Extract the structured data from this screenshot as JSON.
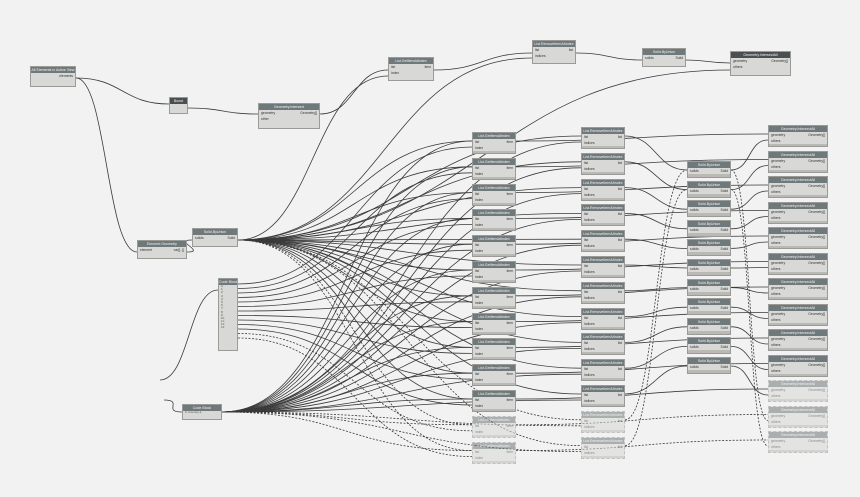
{
  "colors": {
    "background": "#f2f2f2",
    "header": "#6f787a",
    "body": "#d8d8d6",
    "wire": "#3a3a3a"
  },
  "nodes": {
    "all_elements": {
      "title": "All Elements in Active View",
      "outputs": [
        "elements"
      ]
    },
    "boost": {
      "title": "Boost"
    },
    "geometry_intersect": {
      "title": "Geometry.Intersect",
      "inputs": [
        "geometry",
        "other"
      ],
      "outputs": [
        "Geometry[]"
      ]
    },
    "element_geometry": {
      "title": "Element.Geometry",
      "inputs": [
        "element"
      ],
      "outputs": [
        "var[]..[]"
      ]
    },
    "solid_by_union_1": {
      "title": "Solid.ByUnion",
      "inputs": [
        "solids"
      ],
      "outputs": [
        "Solid"
      ]
    },
    "list_getitematindex_top": {
      "title": "List.GetItemAtIndex",
      "inputs": [
        "list",
        "index"
      ],
      "outputs": [
        "item"
      ]
    },
    "list_removeitematindex_top": {
      "title": "List.RemoveItemAtIndex",
      "inputs": [
        "list",
        "indices"
      ],
      "outputs": [
        "list"
      ]
    },
    "solid_by_union_top": {
      "title": "Solid.ByUnion",
      "inputs": [
        "solids"
      ],
      "outputs": [
        "Solid"
      ]
    },
    "geometry_intersectall_top": {
      "title": "Geometry.IntersectAll",
      "inputs": [
        "geometry",
        "others"
      ],
      "outputs": [
        "Geometry[]"
      ]
    },
    "code_block_1": {
      "title": "Code Block",
      "lines": [
        "0;",
        "1;",
        "2;",
        "3;",
        "4;",
        "5;",
        "6;",
        "7;",
        "8;",
        "9;",
        "10;",
        "11;",
        "12;",
        "13;"
      ]
    },
    "code_block_2": {
      "title": "Code Block",
      "code": "0..Count(x)-1;"
    }
  },
  "columns": {
    "getitem": {
      "title": "List.GetItemAtIndex",
      "inputs": [
        "list",
        "index"
      ],
      "output": "item",
      "count": 13
    },
    "removeitem": {
      "title": "List.RemoveItemAtIndex",
      "inputs": [
        "list",
        "indices"
      ],
      "output": "list",
      "count": 13
    },
    "solidunion": {
      "title": "Solid.ByUnion",
      "inputs": [
        "solids"
      ],
      "output": "Solid",
      "count": 11
    },
    "intersectall": {
      "title": "Geometry.IntersectAll",
      "inputs": [
        "geometry",
        "others"
      ],
      "output": "Geometry[]",
      "count": 13
    }
  }
}
